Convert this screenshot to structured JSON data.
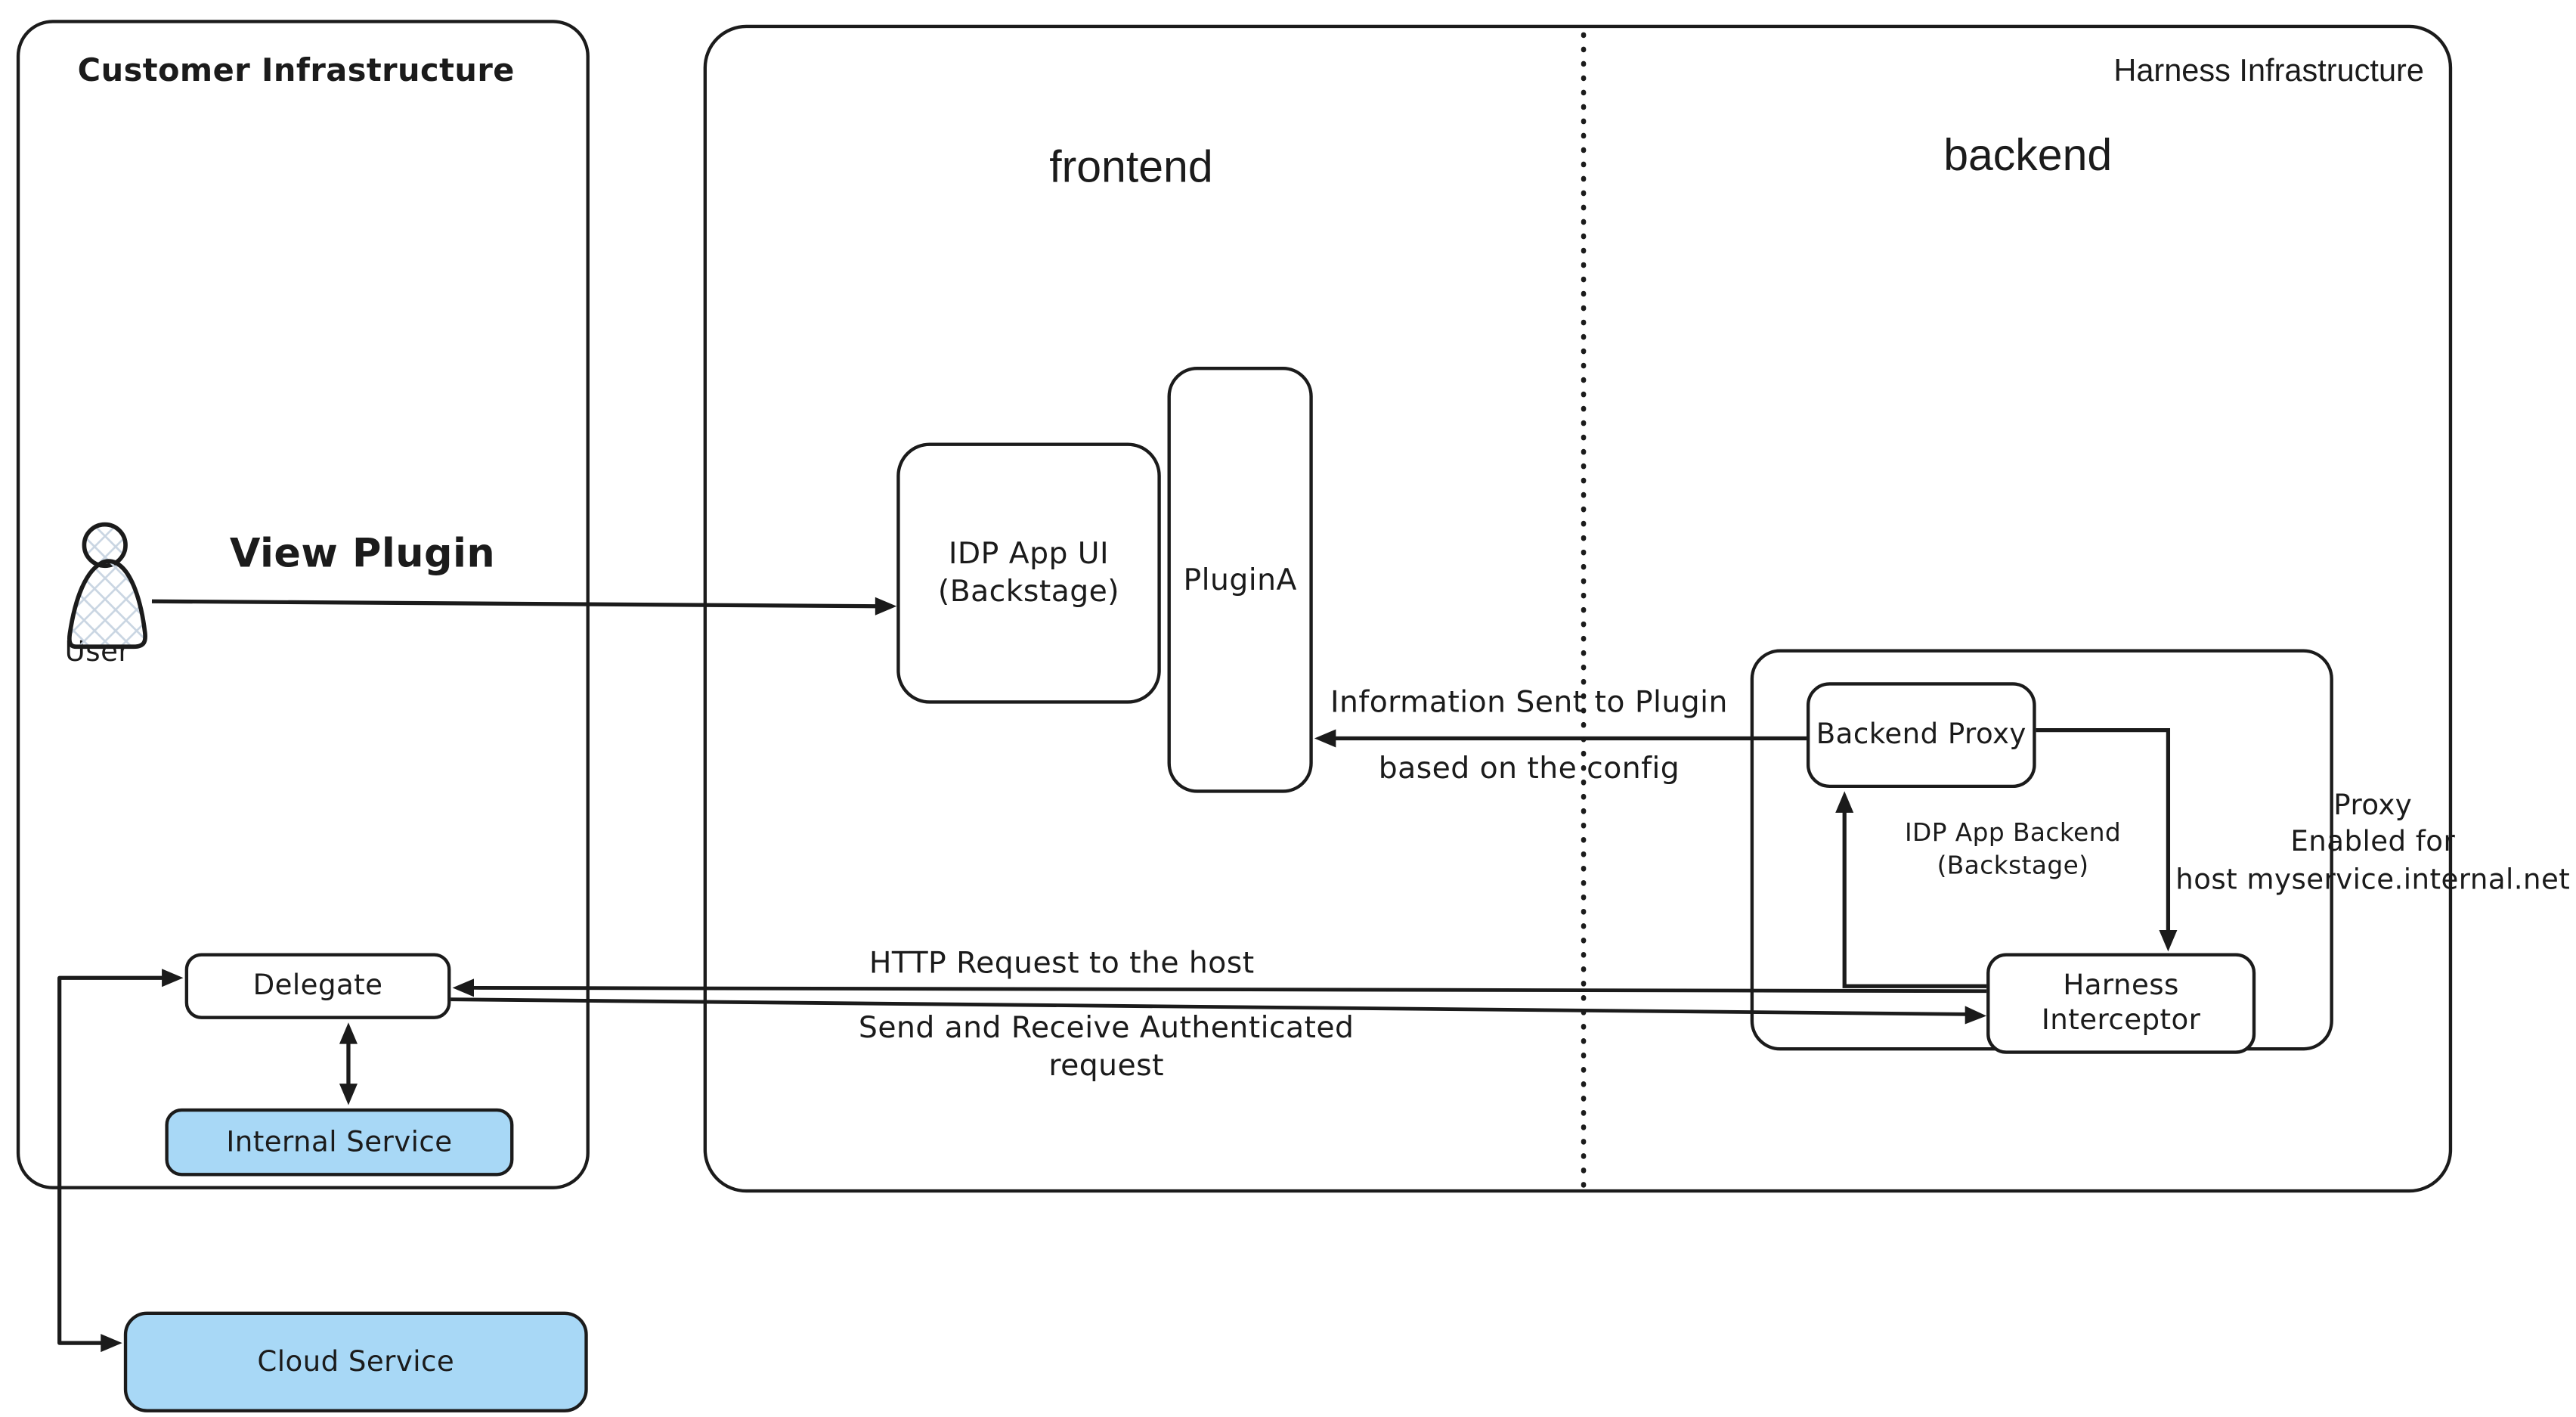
{
  "colors": {
    "stroke": "#1b1b1b",
    "service_fill": "#a8d8f6",
    "hatch_line": "#c9d5e2",
    "background": "#ffffff"
  },
  "regions": {
    "customer": {
      "title": "Customer Infrastructure"
    },
    "harness": {
      "title": "Harness Infrastructure",
      "frontend": "frontend",
      "backend": "backend"
    }
  },
  "nodes": {
    "user": {
      "label": "User"
    },
    "idp_app_ui": {
      "line1": "IDP App UI",
      "line2": "(Backstage)"
    },
    "plugin_a": {
      "label": "PluginA"
    },
    "backend_proxy": {
      "label": "Backend Proxy"
    },
    "idp_app_backend": {
      "line1": "IDP App Backend",
      "line2": "(Backstage)"
    },
    "harness_interceptor": {
      "line1": "Harness",
      "line2": "Interceptor"
    },
    "delegate": {
      "label": "Delegate"
    },
    "internal_service": {
      "label": "Internal Service"
    },
    "cloud_service": {
      "label": "Cloud Service"
    }
  },
  "edges": {
    "view_plugin": {
      "label": "View Plugin"
    },
    "info_sent": {
      "line1": "Information Sent to Plugin",
      "line2": "based on the config"
    },
    "http_request": {
      "label": "HTTP Request to the host"
    },
    "send_receive": {
      "line1": "Send and Receive Authenticated",
      "line2": "request"
    },
    "proxy_enabled": {
      "line1": "Proxy",
      "line2": "Enabled for",
      "line3": "host myservice.internal.net"
    }
  }
}
